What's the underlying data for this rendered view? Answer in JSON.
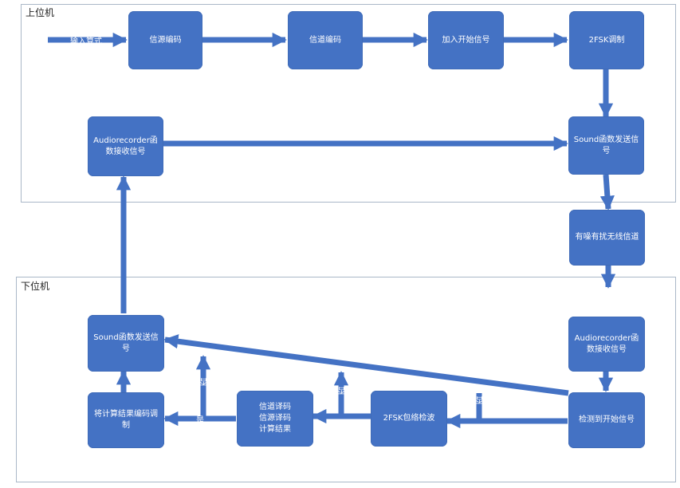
{
  "upper": {
    "title": "上位机",
    "input_label": "输入算式",
    "nodes": {
      "source_encode": "信源编码",
      "channel_encode": "信道编码",
      "add_start": "加入开始信号",
      "fsk_mod": "2FSK调制",
      "sound_send": "Sound函数发送信\n号",
      "recorder_recv": "Audiorecorder函\n数接收信号"
    }
  },
  "channel": {
    "label": "有噪有扰无线信道"
  },
  "lower": {
    "title": "下位机",
    "nodes": {
      "recorder_recv": "Audiorecorder函\n数接收信号",
      "detect_start": "检测到开始信号",
      "envelope": "2FSK包络检波",
      "decode": "信道译码\n信源译码\n计算结果",
      "encode_mod": "将计算结果编码调\n制",
      "sound_send": "Sound函数发送信\n号"
    },
    "branch_labels": {
      "yes": "是",
      "no_1": "否",
      "no_2": "否",
      "no_3": "否"
    }
  },
  "colors": {
    "node_fill": "#4472c4",
    "arrow": "#4472c4",
    "region_border": "#aab8c8"
  }
}
